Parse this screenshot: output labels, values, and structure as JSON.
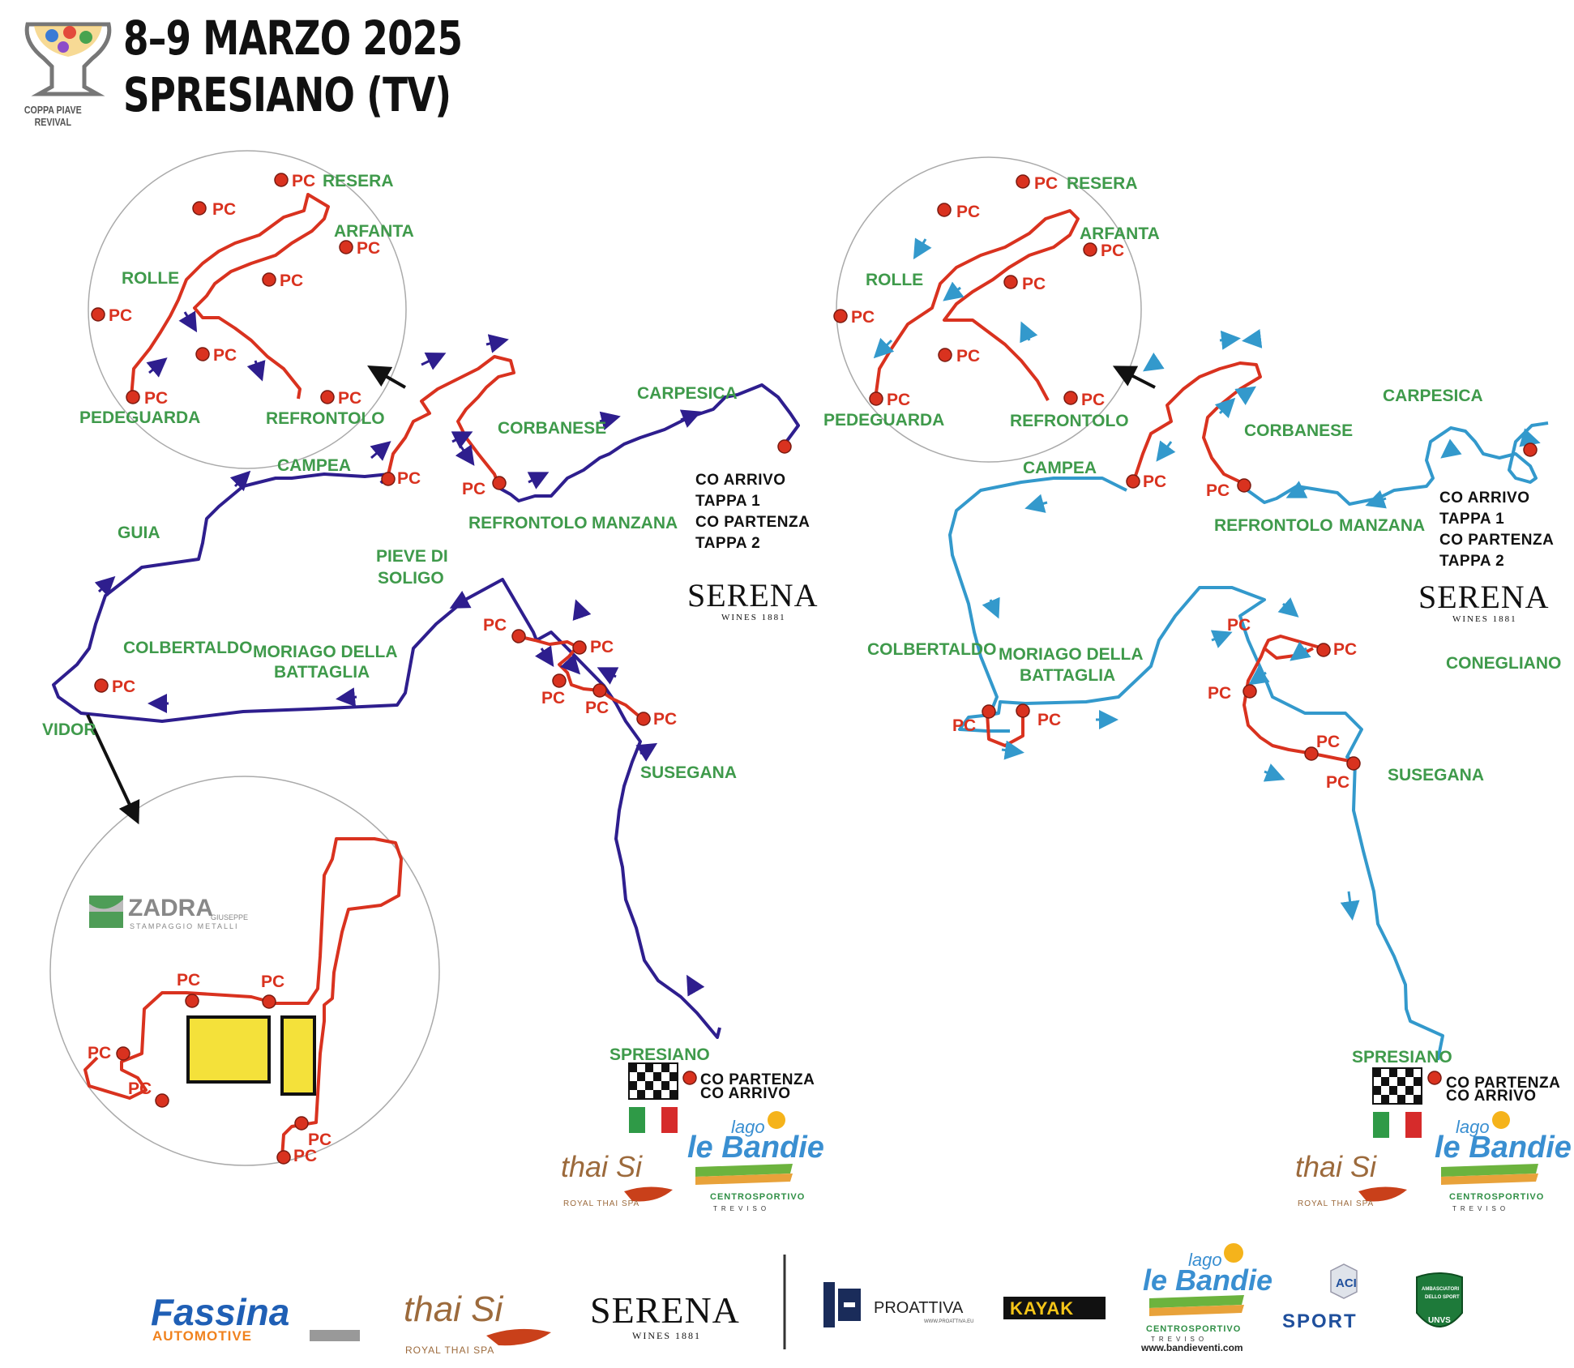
{
  "header": {
    "date": "8–9 MARZO 2025",
    "location": "SPRESIANO (TV)",
    "logo_caption": "COPPA PIAVE REVIVAL"
  },
  "colors": {
    "route_left": "#2e1e8e",
    "route_right": "#3399cc",
    "special_route": "#d9321f",
    "place_label": "#3f9a4b",
    "pc_label": "#d9321f"
  },
  "left_map": {
    "places": {
      "resera": "RESERA",
      "arfanta": "ARFANTA",
      "rolle": "ROLLE",
      "pedeguarda": "PEDEGUARDA",
      "refrontolo_inset": "REFRONTOLO",
      "campea": "CAMPEA",
      "corbanese": "CORBANESE",
      "carpesica": "CARPESICA",
      "refrontolo": "REFRONTOLO",
      "manzana": "MANZANA",
      "guia": "GUIA",
      "pieve_1": "PIEVE DI",
      "pieve_2": "SOLIGO",
      "colbertaldo": "COLBERTALDO",
      "moriago_1": "MORIAGO DELLA",
      "moriago_2": "BATTAGLIA",
      "vidor": "VIDOR",
      "susegana": "SUSEGANA",
      "spresiano": "SPRESIANO"
    },
    "co_arrivo": [
      "CO ARRIVO",
      "TAPPA 1",
      "CO PARTENZA",
      "TAPPA 2"
    ],
    "co_partenza": [
      "CO PARTENZA",
      "CO ARRIVO"
    ],
    "pc_label": "PC",
    "zadra_name": "ZADRA",
    "zadra_sub": "GIUSEPPE",
    "zadra_tag": "STAMPAGGIO METALLI"
  },
  "right_map": {
    "places": {
      "resera": "RESERA",
      "arfanta": "ARFANTA",
      "rolle": "ROLLE",
      "pedeguarda": "PEDEGUARDA",
      "refrontolo_inset": "REFRONTOLO",
      "campea": "CAMPEA",
      "corbanese": "CORBANESE",
      "carpesica": "CARPESICA",
      "refrontolo": "REFRONTOLO",
      "manzana": "MANZANA",
      "colbertaldo": "COLBERTALDO",
      "moriago_1": "MORIAGO DELLA",
      "moriago_2": "BATTAGLIA",
      "conegliano": "CONEGLIANO",
      "susegana": "SUSEGANA",
      "spresiano": "SPRESIANO"
    },
    "co_arrivo": [
      "CO ARRIVO",
      "TAPPA 1",
      "CO PARTENZA",
      "TAPPA 2"
    ],
    "co_partenza": [
      "CO PARTENZA",
      "CO ARRIVO"
    ]
  },
  "serena": {
    "name": "SERENA",
    "tag": "WINES 1881"
  },
  "thaisi": {
    "name": "thai Si",
    "tag": "ROYAL THAI SPA"
  },
  "lago": {
    "lago": "lago",
    "name": "le Bandie",
    "tag": "CENTROSPORTIVO",
    "city": "TREVISO"
  },
  "sponsors": {
    "fassina": "Fassina",
    "fassina_sub": "AUTOMOTIVE",
    "proattiva": "PROATTIVA",
    "proattiva_url": "WWW.PROATTIVA.EU",
    "kayak": "KAYAK",
    "bandie_url": "www.bandieventi.com",
    "aci": "ACI",
    "sport": "SPORT",
    "unvs_top": "AMBASCIATORI",
    "unvs_mid": "DELLO SPORT",
    "unvs_bottom": "UNVS"
  }
}
